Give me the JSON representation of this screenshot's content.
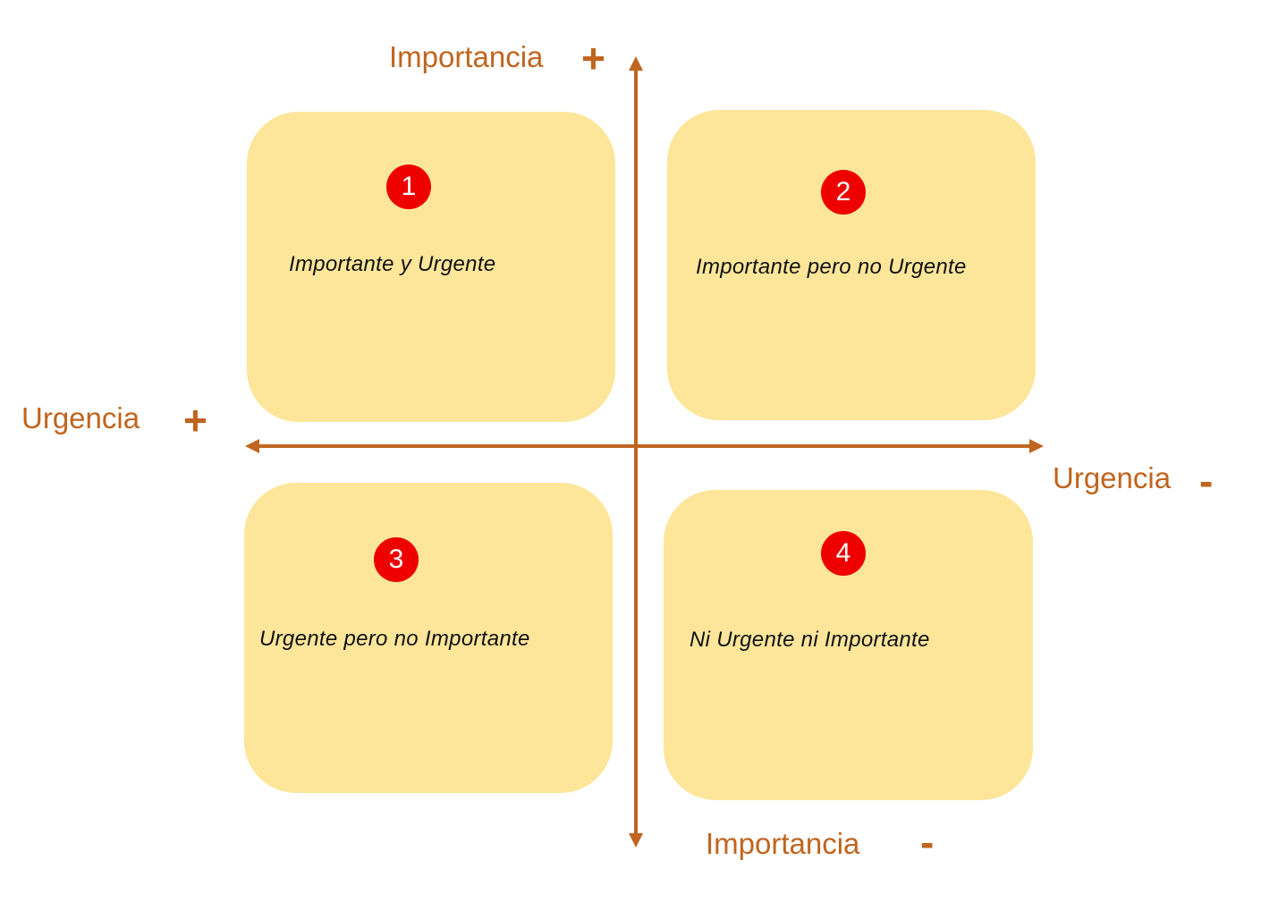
{
  "colors": {
    "axis": "#c0651f",
    "quadrant_fill": "#fde69a",
    "badge": "#ee0000",
    "badge_text": "#ffffff",
    "quadrant_text": "#111111"
  },
  "axes": {
    "top": {
      "label": "Importancia",
      "sign": "+"
    },
    "bottom": {
      "label": "Importancia",
      "sign": "-"
    },
    "left": {
      "label": "Urgencia",
      "sign": "+"
    },
    "right": {
      "label": "Urgencia",
      "sign": "-"
    }
  },
  "quadrants": [
    {
      "number": "1",
      "text": "Importante y Urgente"
    },
    {
      "number": "2",
      "text": "Importante pero no Urgente"
    },
    {
      "number": "3",
      "text": "Urgente pero no Importante"
    },
    {
      "number": "4",
      "text": "Ni Urgente ni Importante"
    }
  ]
}
